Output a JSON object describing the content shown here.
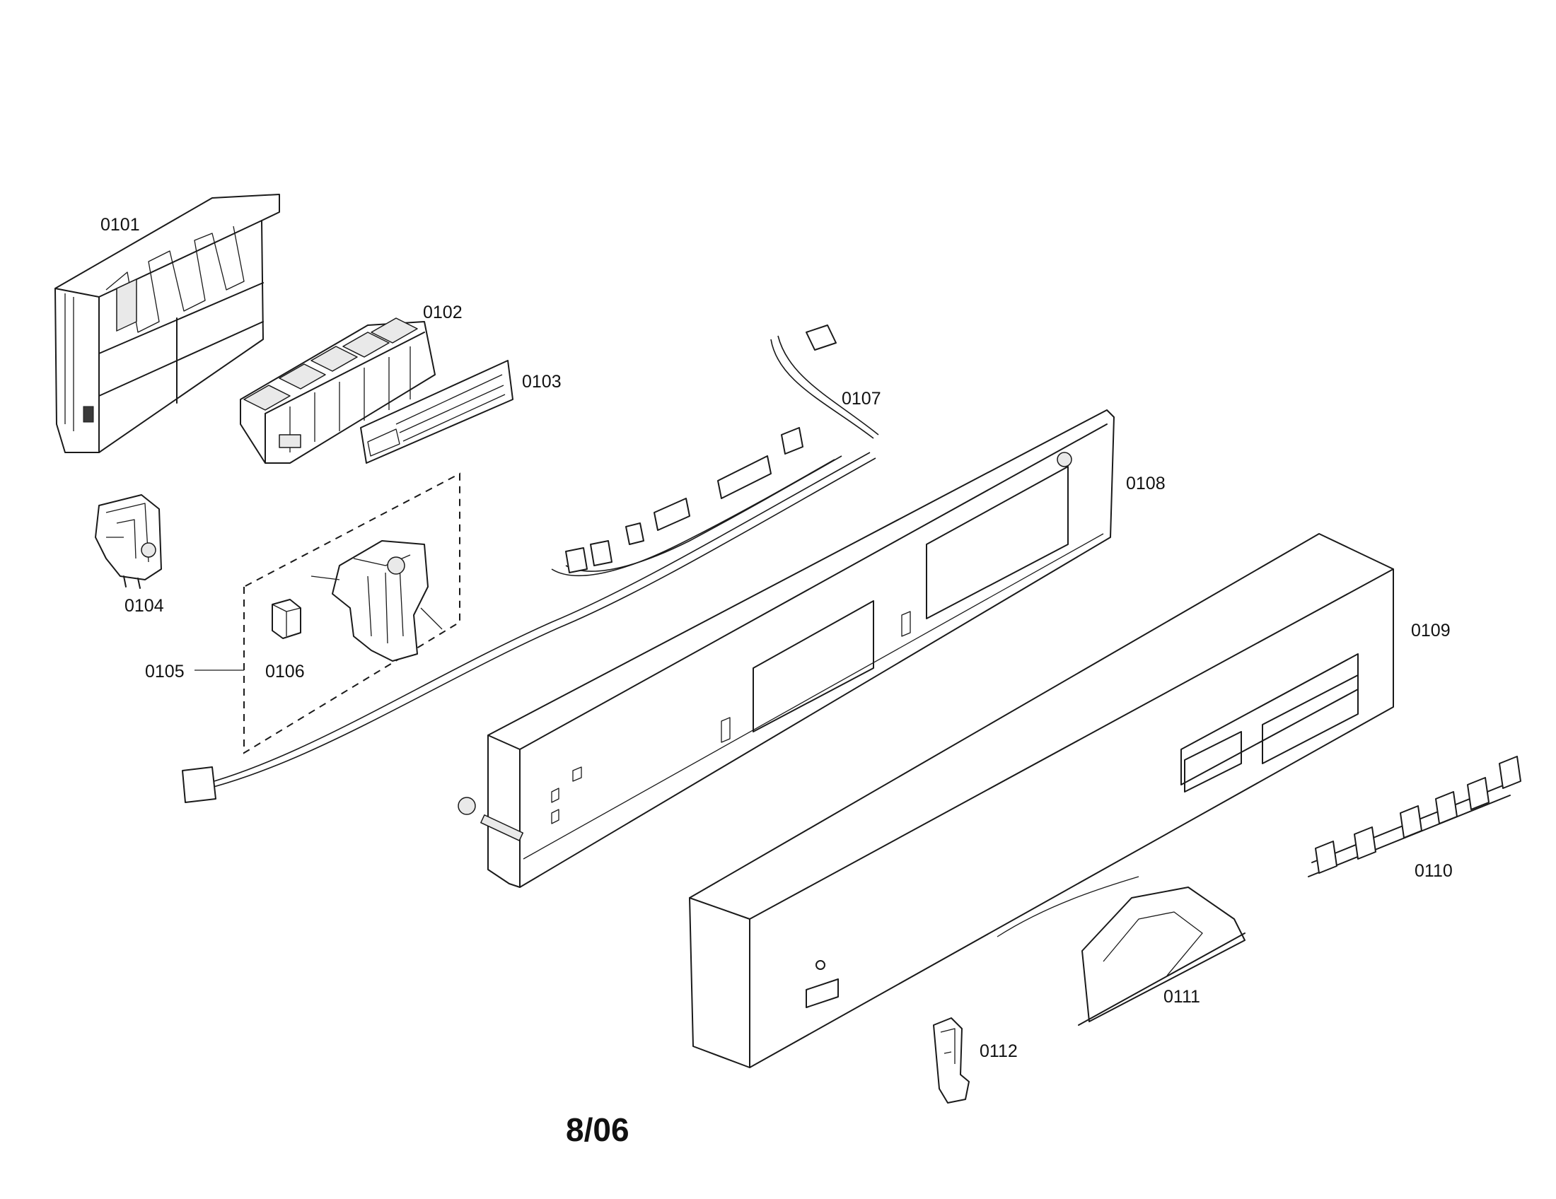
{
  "parts": {
    "p0101": "0101",
    "p0102": "0102",
    "p0103": "0103",
    "p0104": "0104",
    "p0105": "0105",
    "p0106": "0106",
    "p0107": "0107",
    "p0108": "0108",
    "p0109": "0109",
    "p0110": "0110",
    "p0111": "0111",
    "p0112": "0112"
  },
  "footer": {
    "date": "8/06"
  }
}
